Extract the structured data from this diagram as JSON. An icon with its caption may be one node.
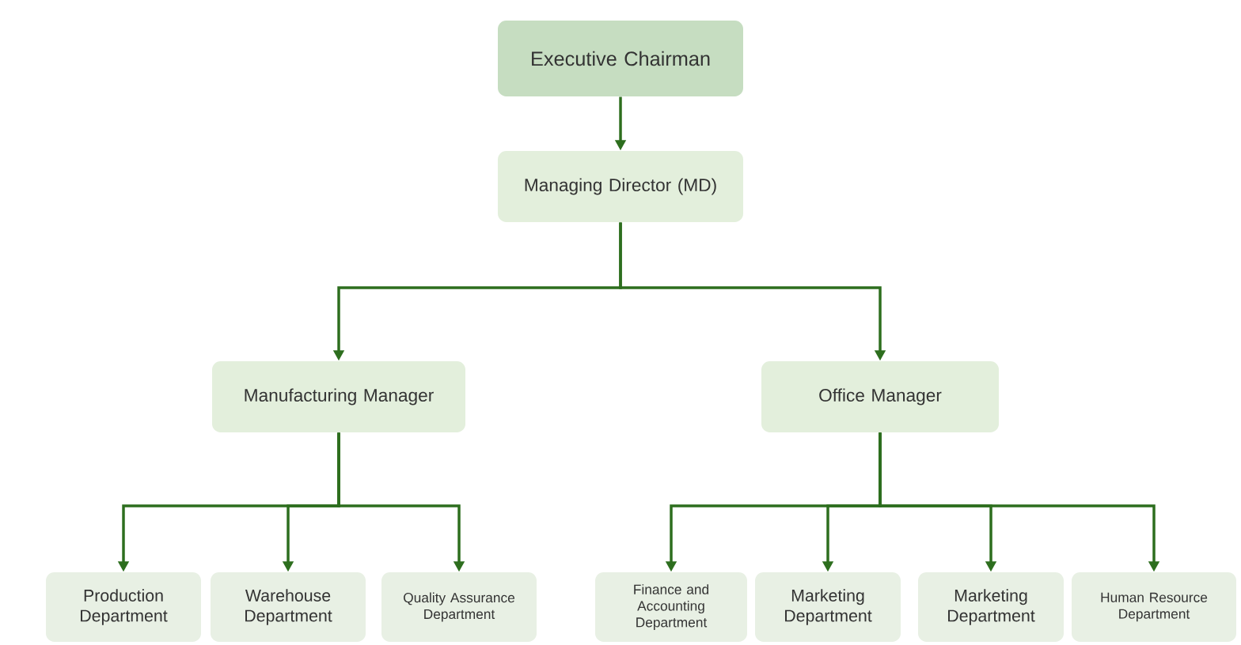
{
  "diagram": {
    "nodes": [
      {
        "text": [
          "Executive Chairman"
        ]
      },
      {
        "text": [
          "Managing Director (MD)"
        ]
      },
      {
        "text": [
          "Manufacturing Manager"
        ]
      },
      {
        "text": [
          "Office Manager"
        ]
      },
      {
        "text": [
          "Production Department"
        ]
      },
      {
        "text": [
          "Warehouse Department"
        ]
      },
      {
        "text": [
          "Quality Assurance Department"
        ]
      },
      {
        "text": [
          "Finance and Accounting Department"
        ]
      },
      {
        "text": [
          "Marketing Department"
        ]
      },
      {
        "text": [
          "Marketing Department"
        ]
      },
      {
        "text": [
          "Human Resource Department"
        ]
      }
    ],
    "edges": [
      {
        "from": 0,
        "to": 1,
        "arrow": "to"
      },
      {
        "from": 1,
        "to": 2,
        "arrow": "to"
      },
      {
        "from": 1,
        "to": 3,
        "arrow": "to"
      },
      {
        "from": 2,
        "to": 4,
        "arrow": "to"
      },
      {
        "from": 2,
        "to": 5,
        "arrow": "to"
      },
      {
        "from": 2,
        "to": 6,
        "arrow": "to"
      },
      {
        "from": 3,
        "to": 7,
        "arrow": "to"
      },
      {
        "from": 3,
        "to": 8,
        "arrow": "to"
      },
      {
        "from": 3,
        "to": 9,
        "arrow": "to"
      },
      {
        "from": 3,
        "to": 10,
        "arrow": "to"
      }
    ]
  }
}
